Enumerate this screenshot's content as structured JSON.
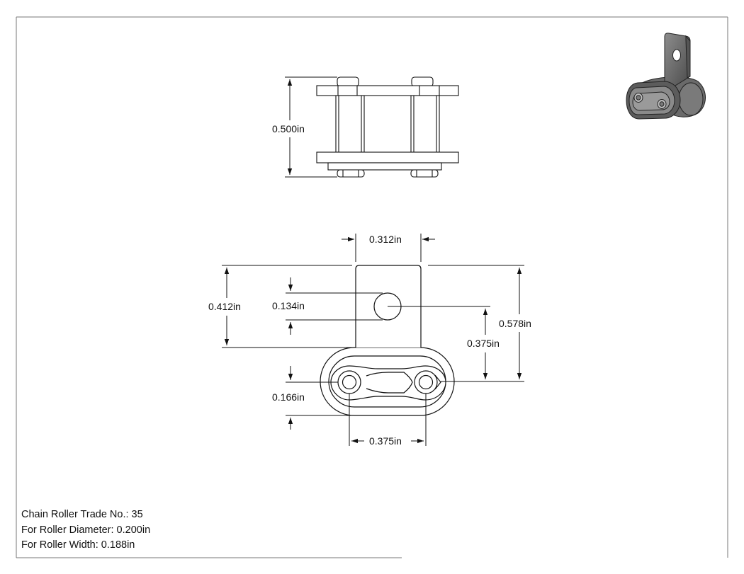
{
  "dimensions": {
    "overall_height": "0.500in",
    "tab_width": "0.312in",
    "tab_height": "0.412in",
    "hole_diameter": "0.134in",
    "overall_length": "0.578in",
    "hole_offset": "0.375in",
    "link_height": "0.166in",
    "pitch": "0.375in"
  },
  "title_block": {
    "line1": "Chain Roller Trade No.: 35",
    "line2": "For Roller Diameter: 0.200in",
    "line3": "For Roller Width: 0.188in"
  }
}
